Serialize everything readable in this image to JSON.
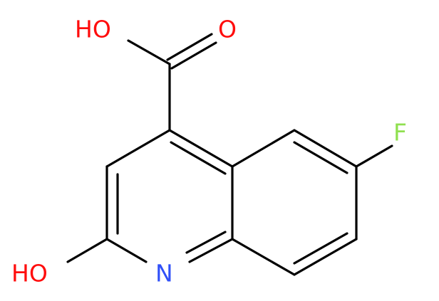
{
  "molecule": {
    "atoms": {
      "acid_hydroxyl": {
        "text": "HO",
        "color": "#ff0d0d"
      },
      "carbonyl_oxygen": {
        "text": "O",
        "color": "#ff0d0d"
      },
      "fluorine": {
        "text": "F",
        "color": "#90e050"
      },
      "ring_hydroxyl": {
        "text": "HO",
        "color": "#ff0d0d"
      },
      "ring_nitrogen": {
        "text": "N",
        "color": "#3050f8"
      }
    },
    "bond_color": "#000000"
  }
}
